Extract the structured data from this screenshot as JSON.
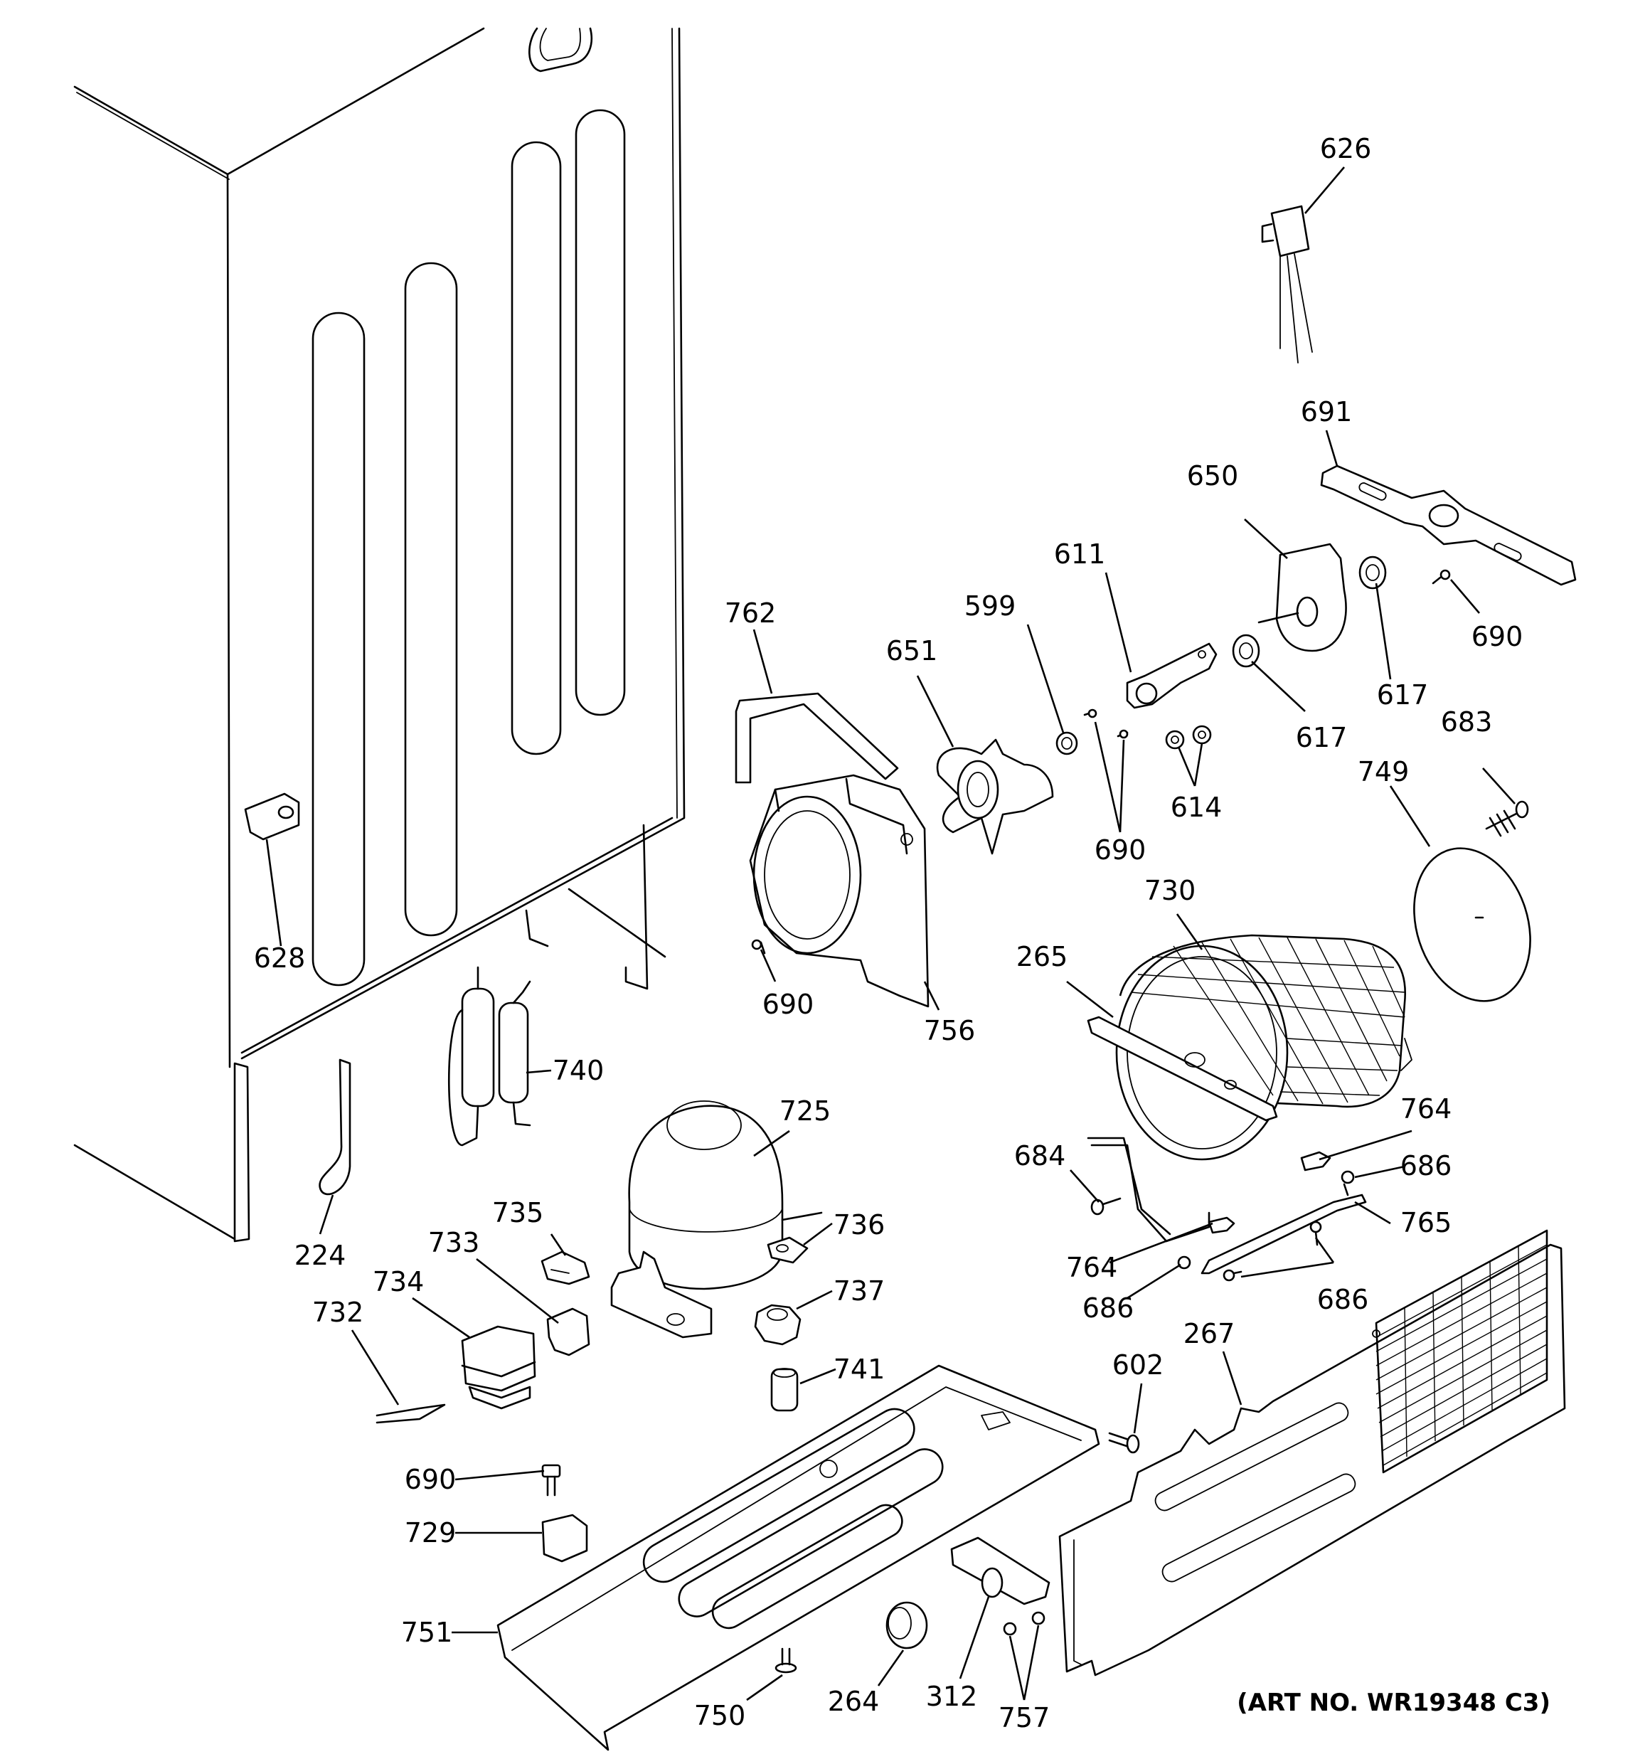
{
  "diagram": {
    "art_number": "(ART NO. WR19348 C3)",
    "callouts": [
      "626",
      "691",
      "650",
      "611",
      "599",
      "651",
      "762",
      "617",
      "617",
      "690",
      "683",
      "614",
      "690",
      "749",
      "730",
      "265",
      "628",
      "690",
      "756",
      "740",
      "224",
      "725",
      "736",
      "737",
      "735",
      "733",
      "734",
      "732",
      "741",
      "764",
      "686",
      "765",
      "684",
      "764",
      "686",
      "686",
      "267",
      "602",
      "690",
      "729",
      "751",
      "750",
      "264",
      "312",
      "757"
    ]
  }
}
